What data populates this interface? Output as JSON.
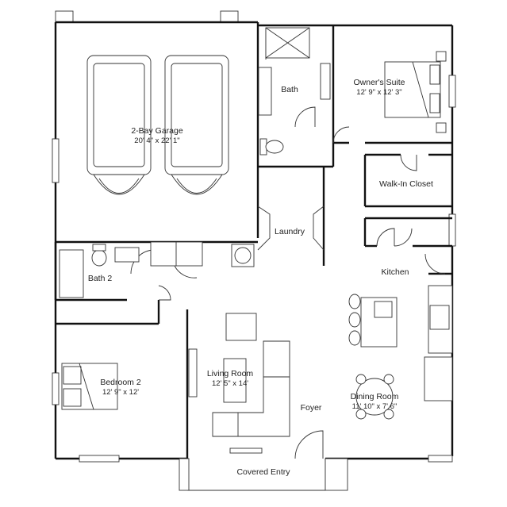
{
  "rooms": {
    "garage": {
      "name": "2-Bay Garage",
      "size": "20' 4\" x 22' 1\""
    },
    "bath": {
      "name": "Bath"
    },
    "owners_suite": {
      "name": "Owner's Suite",
      "size": "12' 9\" x 12' 3\""
    },
    "walk_in_closet": {
      "name": "Walk-In Closet"
    },
    "laundry": {
      "name": "Laundry"
    },
    "bath2": {
      "name": "Bath 2"
    },
    "kitchen": {
      "name": "Kitchen"
    },
    "bedroom2": {
      "name": "Bedroom 2",
      "size": "12' 9\" x 12'"
    },
    "living_room": {
      "name": "Living Room",
      "size": "12' 5\" x 14'"
    },
    "foyer": {
      "name": "Foyer"
    },
    "dining_room": {
      "name": "Dining Room",
      "size": "11' 10\" x 7' 6\""
    },
    "covered_entry": {
      "name": "Covered Entry"
    }
  }
}
